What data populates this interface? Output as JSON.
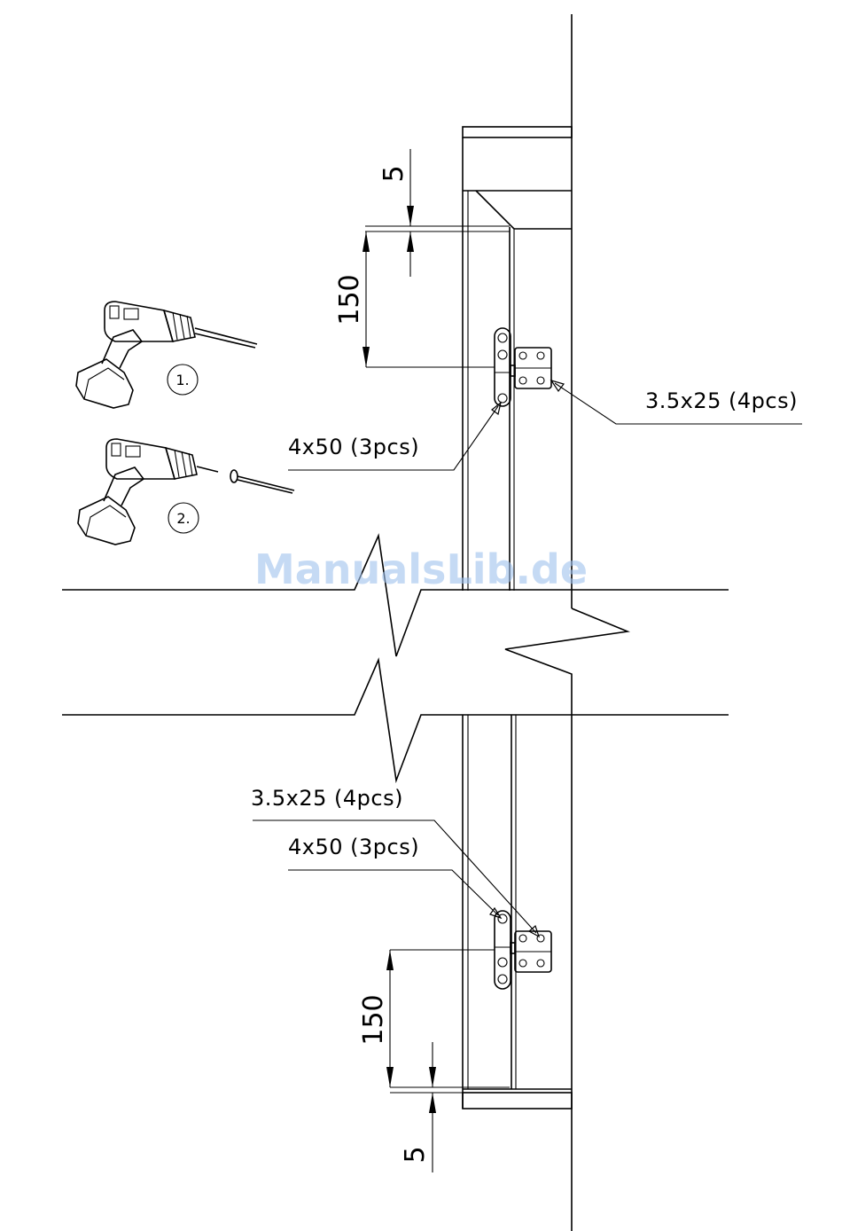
{
  "labels": {
    "top_hinge_screw": "3.5x25 (4pcs)",
    "top_frame_screw": "4x50 (3pcs)",
    "bottom_hinge_screw": "3.5x25 (4pcs)",
    "bottom_frame_screw": "4x50 (3pcs)"
  },
  "dimensions": {
    "top_gap": "5",
    "top_offset": "150",
    "bottom_offset": "150",
    "bottom_gap": "5"
  },
  "steps": {
    "step1": "1.",
    "step2": "2."
  },
  "icons": {
    "drill_step1": "drill-with-bit-icon",
    "drill_step2": "drill-with-screw-icon"
  },
  "watermark": "ManualsLib.de"
}
